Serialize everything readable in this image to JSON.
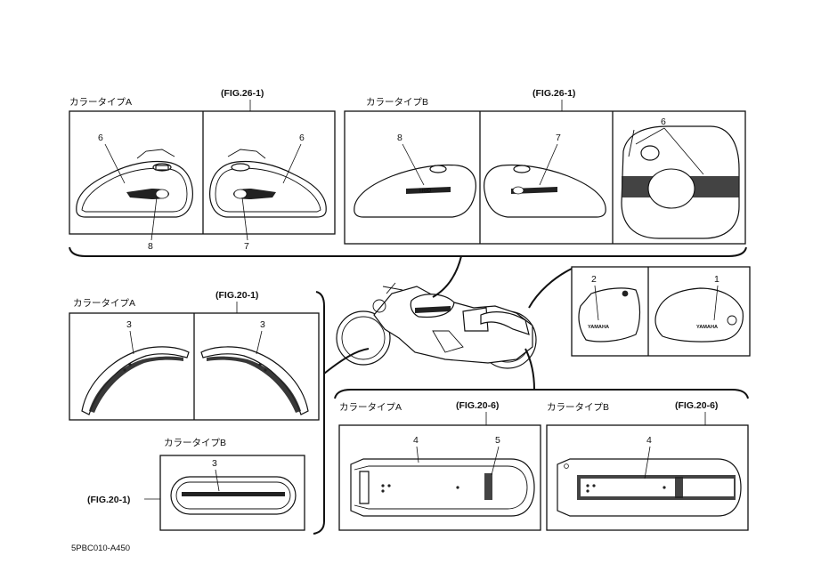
{
  "labels": {
    "color_type_a": "カラータイプA",
    "color_type_b": "カラータイプB"
  },
  "fig_refs": {
    "fig_26_1": "(FIG.26-1)",
    "fig_20_1": "(FIG.20-1)",
    "fig_20_6": "(FIG.20-6)"
  },
  "callouts": [
    "1",
    "2",
    "3",
    "4",
    "5",
    "6",
    "7",
    "8"
  ],
  "emblem_text": "YAMAHA",
  "drawing_code": "5PBC010-A450"
}
